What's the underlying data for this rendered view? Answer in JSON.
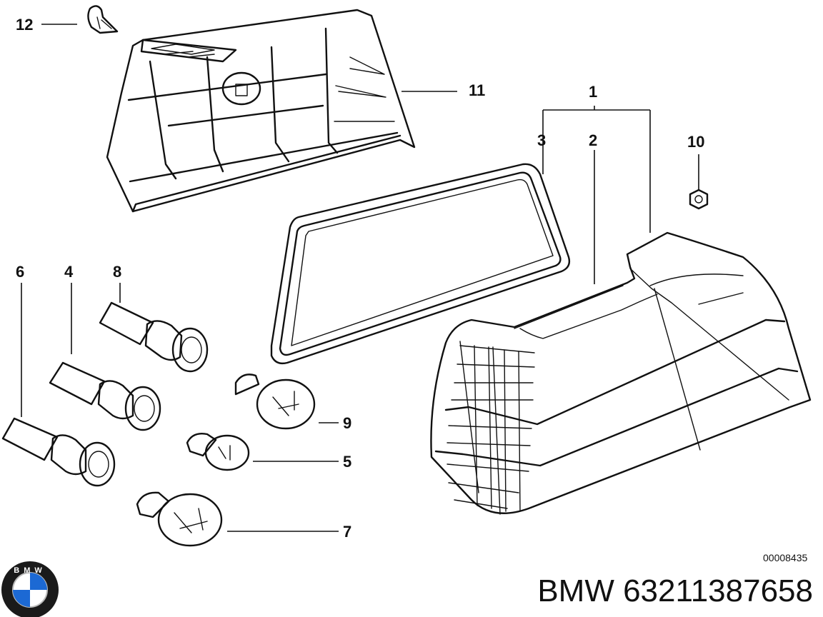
{
  "callouts": {
    "c1": "1",
    "c2": "2",
    "c3": "3",
    "c4": "4",
    "c5": "5",
    "c6": "6",
    "c7": "7",
    "c8": "8",
    "c9": "9",
    "c10": "10",
    "c11": "11",
    "c12": "12"
  },
  "footer": {
    "part_number": "BMW 63211387658",
    "reference_code": "00008435",
    "logo_text": "BMW"
  }
}
